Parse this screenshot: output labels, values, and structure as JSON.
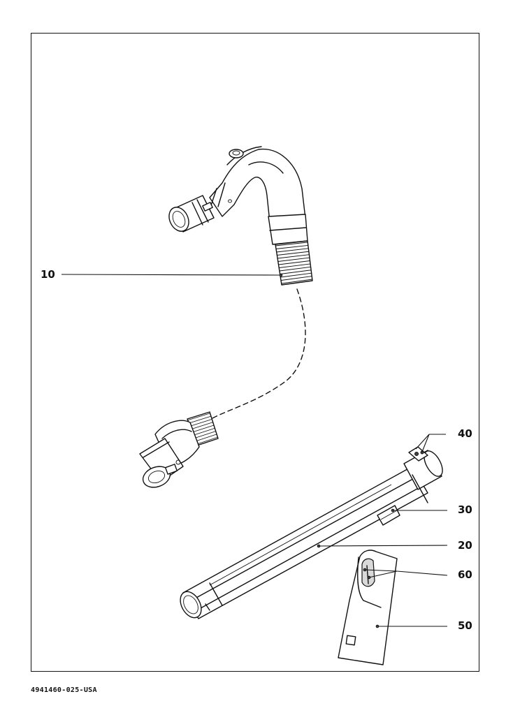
{
  "figure": {
    "document_code": "4941460-025-USA",
    "callouts": [
      {
        "id": "10",
        "label": "10"
      },
      {
        "id": "20",
        "label": "20"
      },
      {
        "id": "30",
        "label": "30"
      },
      {
        "id": "40",
        "label": "40"
      },
      {
        "id": "50",
        "label": "50"
      },
      {
        "id": "60",
        "label": "60"
      }
    ]
  },
  "colors": {
    "line": "#111111",
    "background": "#ffffff"
  }
}
